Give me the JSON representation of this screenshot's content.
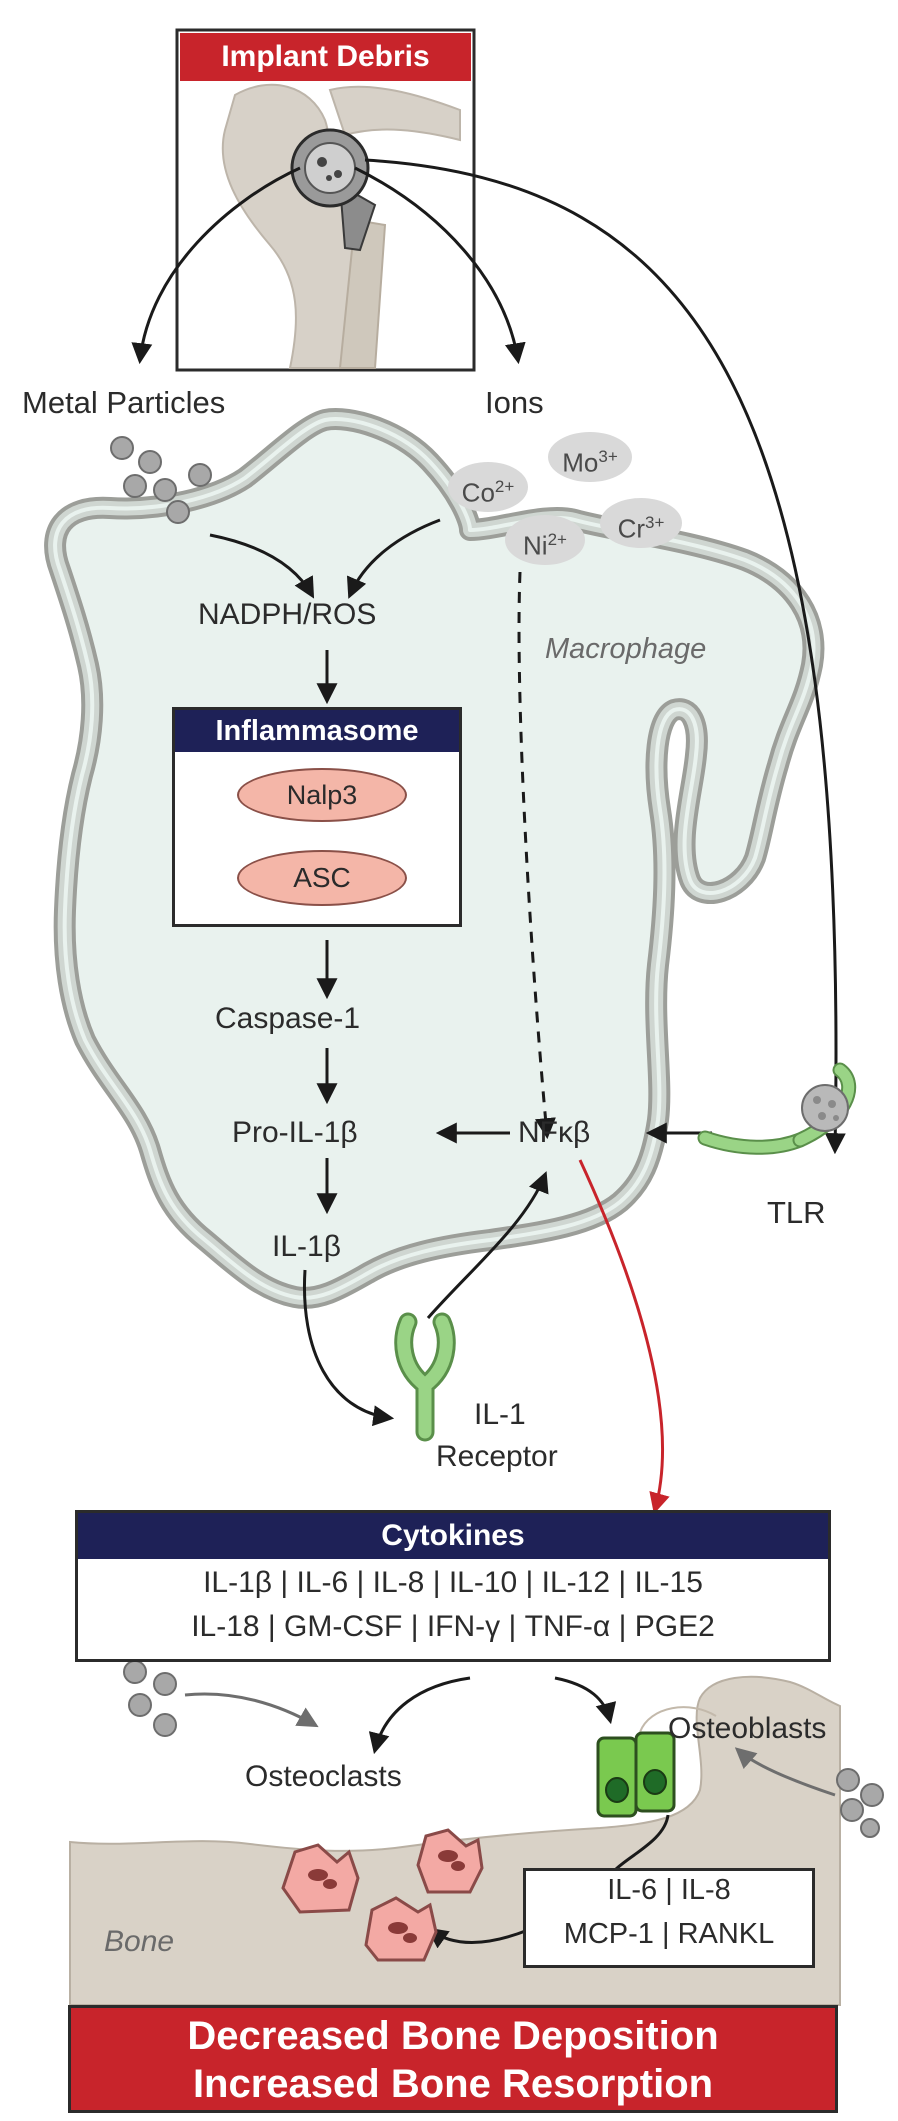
{
  "implant": {
    "title": "Implant Debris"
  },
  "sources": {
    "metal_particles": "Metal Particles",
    "ions": "Ions"
  },
  "ion_species": [
    {
      "base": "Co",
      "charge": "2+"
    },
    {
      "base": "Mo",
      "charge": "3+"
    },
    {
      "base": "Ni",
      "charge": "2+"
    },
    {
      "base": "Cr",
      "charge": "3+"
    }
  ],
  "cell": {
    "label": "Macrophage"
  },
  "pathway": {
    "nadph": "NADPH/ROS",
    "inflammasome_title": "Inflammasome",
    "nalp3": "Nalp3",
    "asc": "ASC",
    "caspase": "Caspase-1",
    "pro_il1b": "Pro-IL-1β",
    "il1b": "IL-1β",
    "nfkb": "NFκβ",
    "tlr": "TLR",
    "il1_receptor_line1": "IL-1",
    "il1_receptor_line2": "Receptor"
  },
  "cytokines": {
    "title": "Cytokines",
    "line1": "IL-1β | IL-6 | IL-8 | IL-10 | IL-12 | IL-15",
    "line2": "IL-18 | GM-CSF | IFN-γ | TNF-α | PGE2"
  },
  "bone": {
    "osteoclasts": "Osteoclasts",
    "osteoblasts": "Osteoblasts",
    "bone_label": "Bone",
    "factors_line1": "IL-6 | IL-8",
    "factors_line2": "MCP-1 | RANKL"
  },
  "outcome": {
    "line1": "Decreased Bone Deposition",
    "line2": "Increased Bone Resorption"
  },
  "colors": {
    "red": "#c8242b",
    "navy": "#1e2157",
    "cell_fill": "#e9f2ee",
    "membrane": "#a9aba6",
    "bone": "#d9d2c7",
    "receptor_green": "#8dcf78",
    "osteoblast_green": "#7ac94f",
    "osteoclast_pink": "#f3a9a4"
  }
}
